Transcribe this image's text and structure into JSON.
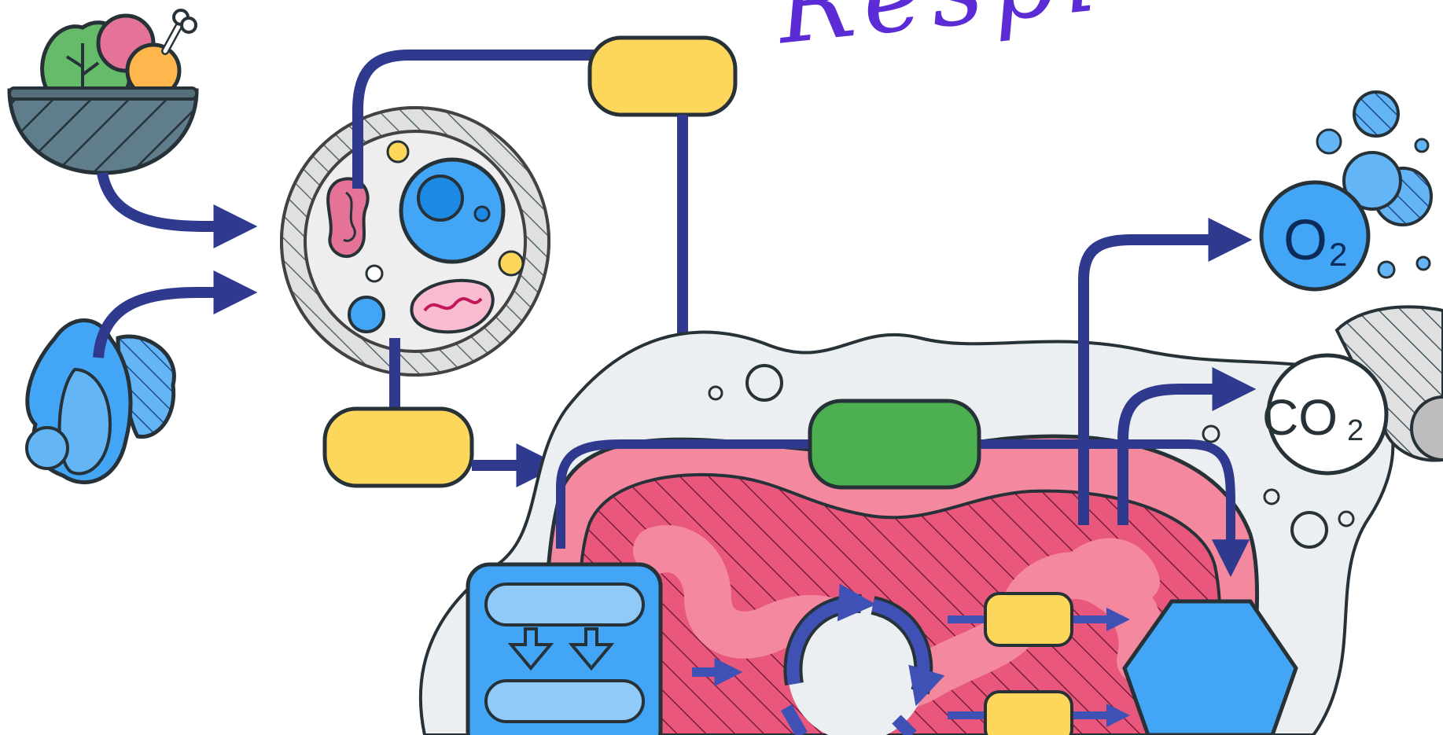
{
  "title": {
    "text": "Respi"
  },
  "molecules": {
    "oxygen": "O",
    "oxygen_subscript": "2",
    "carbon_dioxide": "CO",
    "carbon_dioxide_subscript": "2"
  },
  "colors": {
    "arrow": "#2f3a8f",
    "outline": "#263238",
    "yellow_box": "#fdd65c",
    "green_box": "#4caf50",
    "mito_pink": "#f3889f",
    "mito_inner": "#e9577c",
    "blue": "#42a5f5",
    "light_blue": "#90caf9",
    "cell_gray": "#eceff1",
    "bowl": "#546e7a",
    "title_purple": "#5b2bd6"
  }
}
